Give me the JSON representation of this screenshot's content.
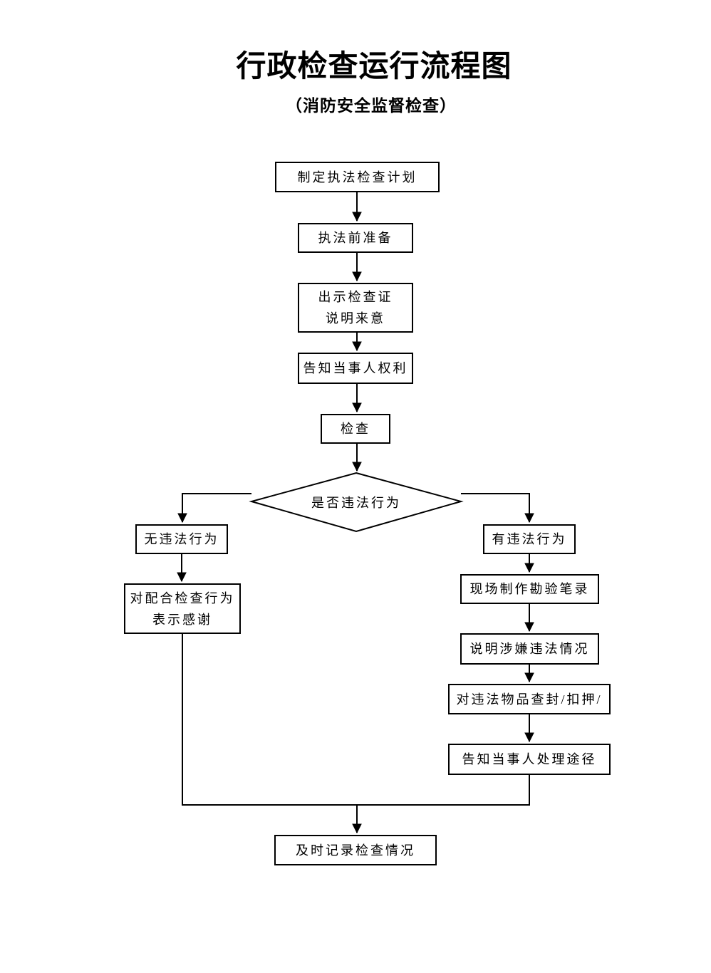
{
  "header": {
    "title": "行政检查运行流程图",
    "subtitle": "（消防安全监督检查）"
  },
  "flowchart": {
    "colors": {
      "line": "#000000",
      "background": "#ffffff"
    },
    "decision": "是否违法行为",
    "nodes": {
      "plan": "制定执法检查计划",
      "prepare": "执法前准备",
      "show_cert_1": "出示检查证",
      "show_cert_2": "说明来意",
      "inform_rights": "告知当事人权利",
      "inspect": "检查",
      "no_violation": "无违法行为",
      "thanks_1": "对配合检查行为",
      "thanks_2": "表示感谢",
      "has_violation": "有违法行为",
      "survey_record": "现场制作勘验笔录",
      "explain_violation": "说明涉嫌违法情况",
      "seize_items": "对违法物品查封/扣押/",
      "inform_handling": "告知当事人处理途径",
      "record": "及时记录检查情况"
    }
  }
}
